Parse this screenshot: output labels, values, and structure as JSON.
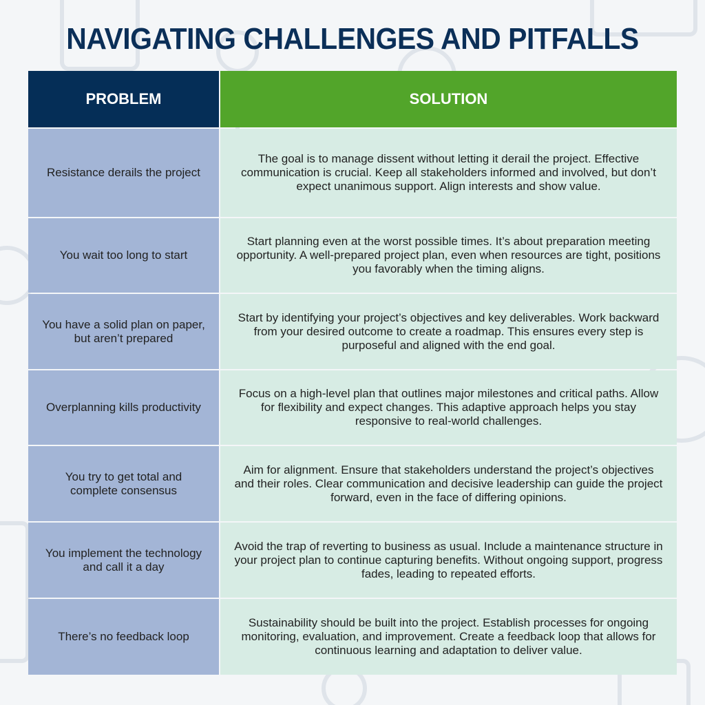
{
  "title": "NAVIGATING CHALLENGES AND PITFALLS",
  "headers": {
    "problem": "PROBLEM",
    "solution": "SOLUTION"
  },
  "colors": {
    "title": "#0b2f58",
    "problem_header": "#052e57",
    "solution_header": "#52a52a",
    "problem_cell": "#a3b5d6",
    "solution_cell": "#d7ece4"
  },
  "rows": [
    {
      "problem": "Resistance derails the project",
      "solution": "The goal is to manage dissent without letting it derail the project. Effective communication is crucial. Keep all stakeholders informed and involved, but don’t expect unanimous support. Align interests and show value."
    },
    {
      "problem": "You wait too long to start",
      "solution": "Start planning even at the worst possible times. It’s about preparation meeting opportunity. A well-prepared project plan, even when resources are tight, positions you favorably when the timing aligns."
    },
    {
      "problem": "You have a solid plan on paper, but aren’t prepared",
      "solution": "Start by identifying your project’s objectives and key deliverables. Work backward from your desired outcome to create a roadmap. This ensures every step is purposeful and aligned with the end goal."
    },
    {
      "problem": "Overplanning kills productivity",
      "solution": "Focus on a high-level plan that outlines major milestones and critical paths. Allow for flexibility and expect changes. This adaptive approach helps you stay responsive to real-world challenges."
    },
    {
      "problem": "You try to get total and complete consensus",
      "solution": "Aim for alignment. Ensure that stakeholders understand the project’s objectives and their roles. Clear communication and decisive leadership can guide the project forward, even in the face of differing opinions."
    },
    {
      "problem": "You implement the technology and call it a day",
      "solution": "Avoid the trap of reverting to business as usual. Include a maintenance structure in your project plan to continue capturing benefits. Without ongoing support, progress fades, leading to repeated efforts."
    },
    {
      "problem": "There’s no feedback loop",
      "solution": "Sustainability should be built into the project. Establish processes for ongoing monitoring, evaluation, and improvement. Create a feedback loop that allows for continuous learning and adaptation to deliver value."
    }
  ]
}
